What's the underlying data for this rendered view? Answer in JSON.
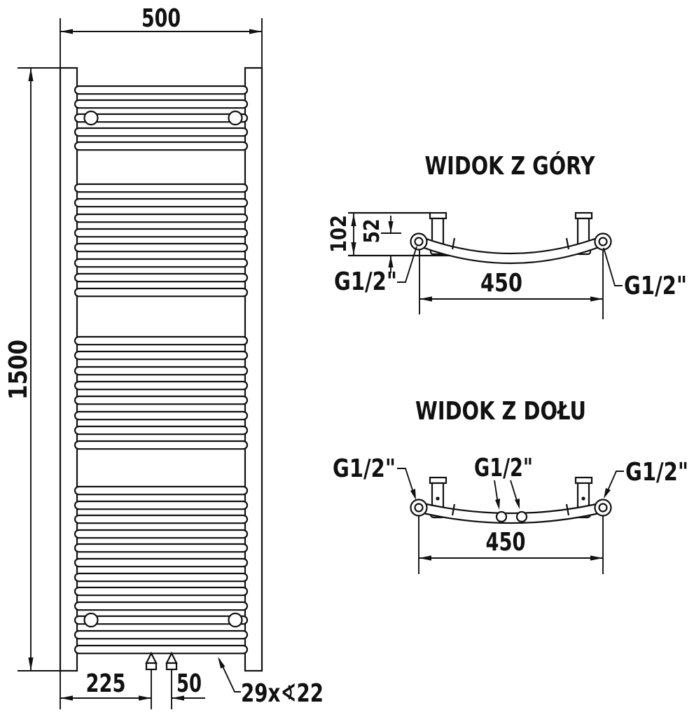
{
  "front_view": {
    "dims": {
      "width": "500",
      "height": "1500",
      "valve_offset": "225",
      "valve_spacing": "50"
    },
    "tube_label": "29x∢22"
  },
  "top_view": {
    "title": "WIDOK Z GÓRY",
    "dims": {
      "depth": "102",
      "wall_distance": "52",
      "connection_spacing": "450"
    },
    "threads": {
      "left": "G1/2\"",
      "right": "G1/2\""
    }
  },
  "bottom_view": {
    "title": "WIDOK Z DOŁU",
    "dims": {
      "connection_spacing": "450"
    },
    "threads": {
      "left": "G1/2\"",
      "center": "G1/2\"",
      "right": "G1/2\""
    }
  }
}
